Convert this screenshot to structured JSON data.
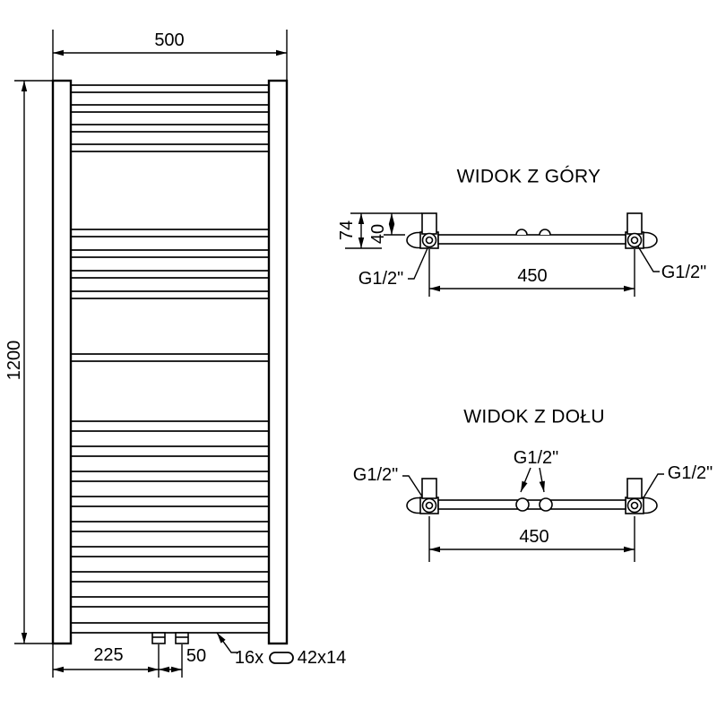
{
  "drawing": {
    "background_color": "#ffffff",
    "line_color": "#000000",
    "front_view": {
      "width_label": "500",
      "height_label": "1200",
      "left_offset_label": "225",
      "center_gap_label": "50",
      "tube_count_label": "16x",
      "tube_profile_label": "42x14"
    },
    "top_view": {
      "title": "WIDOK Z GÓRY",
      "depth_label": "74",
      "offset_label": "40",
      "span_label": "450",
      "left_connection_label": "G1/2\"",
      "right_connection_label": "G1/2\""
    },
    "bottom_view": {
      "title": "WIDOK Z DOŁU",
      "span_label": "450",
      "left_connection_label": "G1/2\"",
      "center_connection_label": "G1/2\"",
      "right_connection_label": "G1/2\""
    }
  }
}
